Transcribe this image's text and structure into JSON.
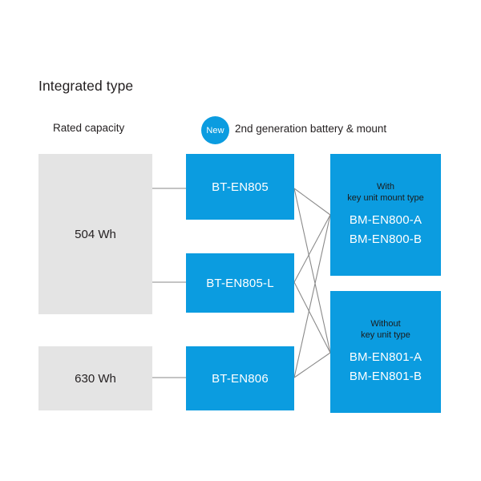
{
  "header": {
    "title": "Integrated type",
    "capacity_column_label": "Rated capacity",
    "new_badge": "New",
    "generation_label": "2nd generation battery & mount"
  },
  "colors": {
    "accent_blue": "#0b9ce0",
    "capacity_gray": "#e4e4e4",
    "connector_gray": "#888888",
    "text_dark": "#231f20",
    "text_light": "#ffffff",
    "page_background": "#ffffff"
  },
  "capacities": [
    {
      "id": "cap-504",
      "label": "504 Wh"
    },
    {
      "id": "cap-630",
      "label": "630 Wh"
    }
  ],
  "batteries": [
    {
      "id": "bat-en805",
      "label": "BT-EN805"
    },
    {
      "id": "bat-en805l",
      "label": "BT-EN805-L"
    },
    {
      "id": "bat-en806",
      "label": "BT-EN806"
    }
  ],
  "mounts": [
    {
      "id": "mount-en800",
      "kind_line1": "With",
      "kind_line2": "key unit mount type",
      "model_a": "BM-EN800-A",
      "model_b": "BM-EN800-B"
    },
    {
      "id": "mount-en801",
      "kind_line1": "Without",
      "kind_line2": "key unit type",
      "model_a": "BM-EN801-A",
      "model_b": "BM-EN801-B"
    }
  ],
  "connections": {
    "capacity_to_battery": [
      {
        "from": "504 Wh",
        "to": "BT-EN805"
      },
      {
        "from": "504 Wh",
        "to": "BT-EN805-L"
      },
      {
        "from": "630 Wh",
        "to": "BT-EN806"
      }
    ],
    "battery_to_mount": [
      {
        "from": "BT-EN805",
        "to": "BM-EN800"
      },
      {
        "from": "BT-EN805",
        "to": "BM-EN801"
      },
      {
        "from": "BT-EN805-L",
        "to": "BM-EN800"
      },
      {
        "from": "BT-EN805-L",
        "to": "BM-EN801"
      },
      {
        "from": "BT-EN806",
        "to": "BM-EN800"
      },
      {
        "from": "BT-EN806",
        "to": "BM-EN801"
      }
    ]
  }
}
